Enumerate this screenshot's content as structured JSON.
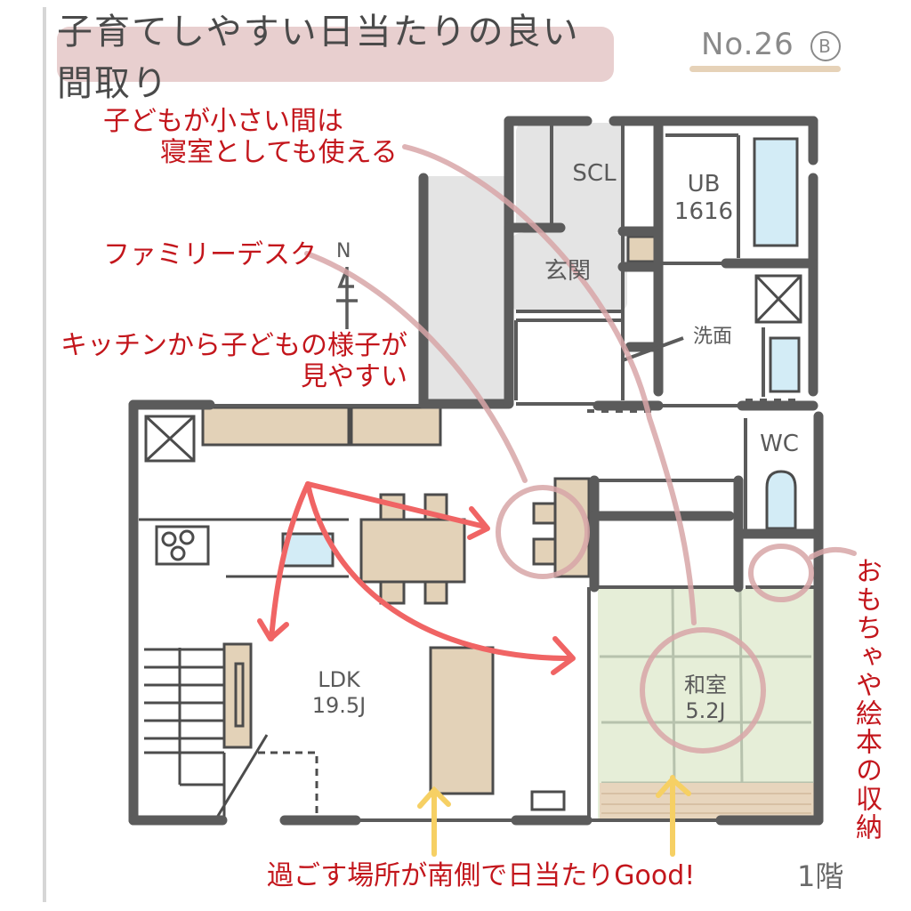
{
  "header": {
    "title": "子育てしやすい日当たりの良い間取り",
    "plan_number": "No.26",
    "plan_variant": "B"
  },
  "notes": {
    "bedroom_note_line1": "子どもが小さい間は",
    "bedroom_note_line2": "寝室としても使える",
    "family_desk": "ファミリーデスク",
    "kitchen_view_line1": "キッチンから子どもの様子が",
    "kitchen_view_line2": "見やすい",
    "toy_storage": "おもちゃや絵本の収納",
    "south_sun": "過ごす場所が南側で日当たりGood!"
  },
  "compass": {
    "label": "N"
  },
  "rooms": {
    "scl": {
      "name": "SCL"
    },
    "ub": {
      "name": "UB",
      "size": "1616"
    },
    "genkan": {
      "name": "玄関"
    },
    "senmen": {
      "name": "洗面"
    },
    "wc": {
      "name": "WC"
    },
    "ldk": {
      "name": "LDK",
      "size": "19.5J"
    },
    "washitsu": {
      "name": "和室",
      "size": "5.2J"
    }
  },
  "floor": {
    "label": "1階"
  },
  "colors": {
    "wall": "#5b5b5b",
    "furniture": "#e3d2b8",
    "tatami": "#e6eed8",
    "entry_gray": "#e4e4e4",
    "water_blue": "#d3ecf6",
    "annotation_red": "#c3161c",
    "arrow_red": "#f06464",
    "highlight_pink": "#d8a6a8",
    "sun_arrow": "#f6d064",
    "title_pill": "#e8cfcf"
  }
}
